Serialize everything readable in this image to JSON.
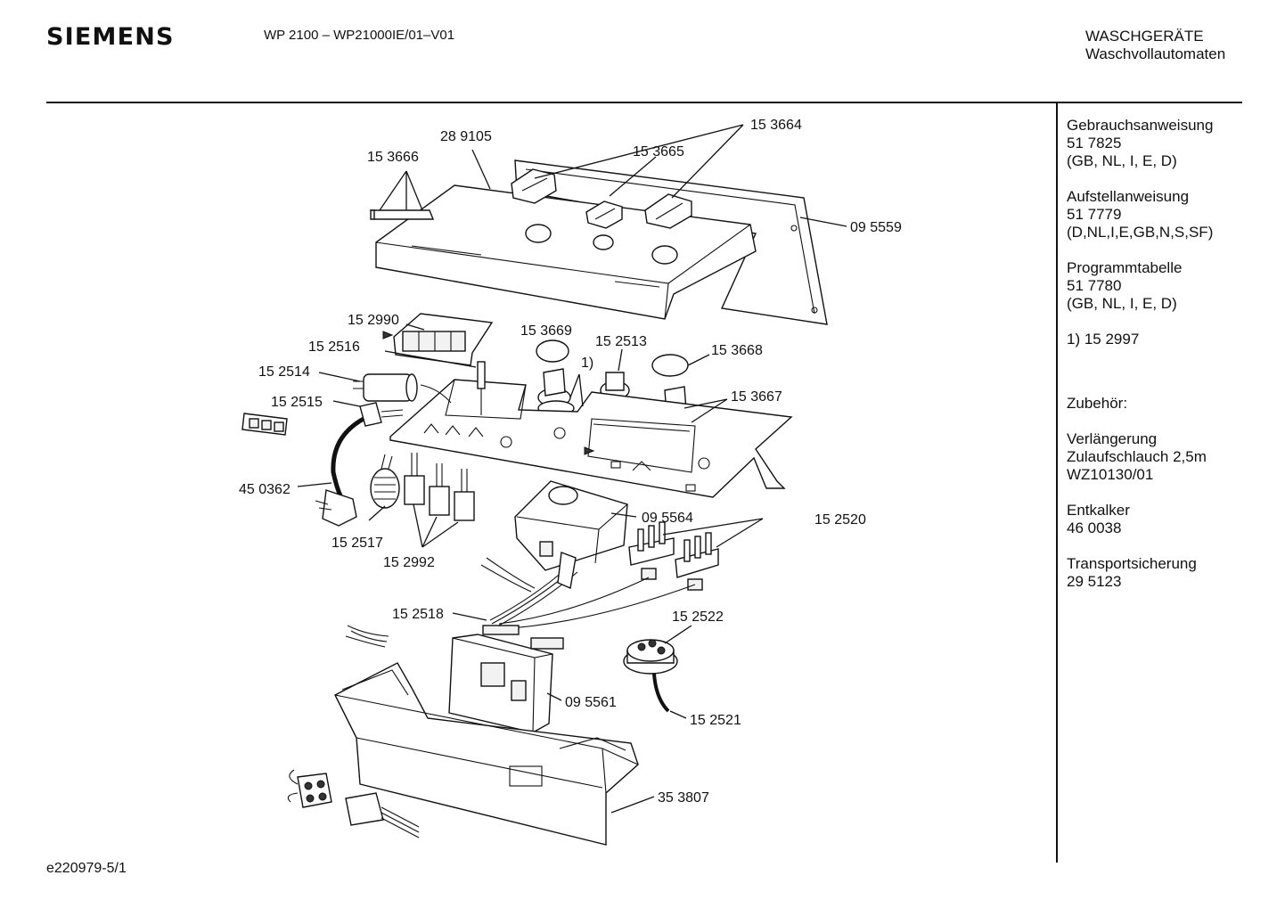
{
  "header": {
    "brand": "SIEMENS",
    "model": "WP 2100 – WP21000IE/01–V01",
    "category_line1": "WASCHGERÄTE",
    "category_line2": "Waschvollautomaten"
  },
  "sidebar": {
    "docs": [
      {
        "title": "Gebrauchsanweisung",
        "number": "51 7825",
        "languages": "(GB, NL, I, E, D)"
      },
      {
        "title": "Aufstellanweisung",
        "number": "51 7779",
        "languages": "(D,NL,I,E,GB,N,S,SF)"
      },
      {
        "title": "Programmtabelle",
        "number": "51 7780",
        "languages": "(GB, NL, I, E, D)"
      }
    ],
    "footnote": "1) 15 2997",
    "accessories_heading": "Zubehör:",
    "accessories": [
      {
        "line1": "Verlängerung",
        "line2": "Zulaufschlauch 2,5m",
        "line3": "WZ10130/01"
      },
      {
        "line1": "Entkalker",
        "line2": "46 0038"
      },
      {
        "line1": "Transportsicherung",
        "line2": "29 5123"
      }
    ]
  },
  "parts": {
    "p153664": "15 3664",
    "p289105": "28 9105",
    "p153665": "15 3665",
    "p153666": "15 3666",
    "p095559": "09 5559",
    "p152990": "15 2990",
    "p153669": "15 3669",
    "p152513": "15 2513",
    "p153668": "15 3668",
    "p152516": "15 2516",
    "p152514": "15 2514",
    "p152515": "15 2515",
    "note1": "1)",
    "p153667": "15 3667",
    "p450362": "45 0362",
    "p095564": "09 5564",
    "p152520": "15 2520",
    "p152517": "15 2517",
    "p152992": "15 2992",
    "p152518": "15 2518",
    "p152522": "15 2522",
    "p095561": "09 5561",
    "p152521": "15 2521",
    "p353807": "35 3807"
  },
  "footer": {
    "doc_number": "e220979-5/1"
  }
}
